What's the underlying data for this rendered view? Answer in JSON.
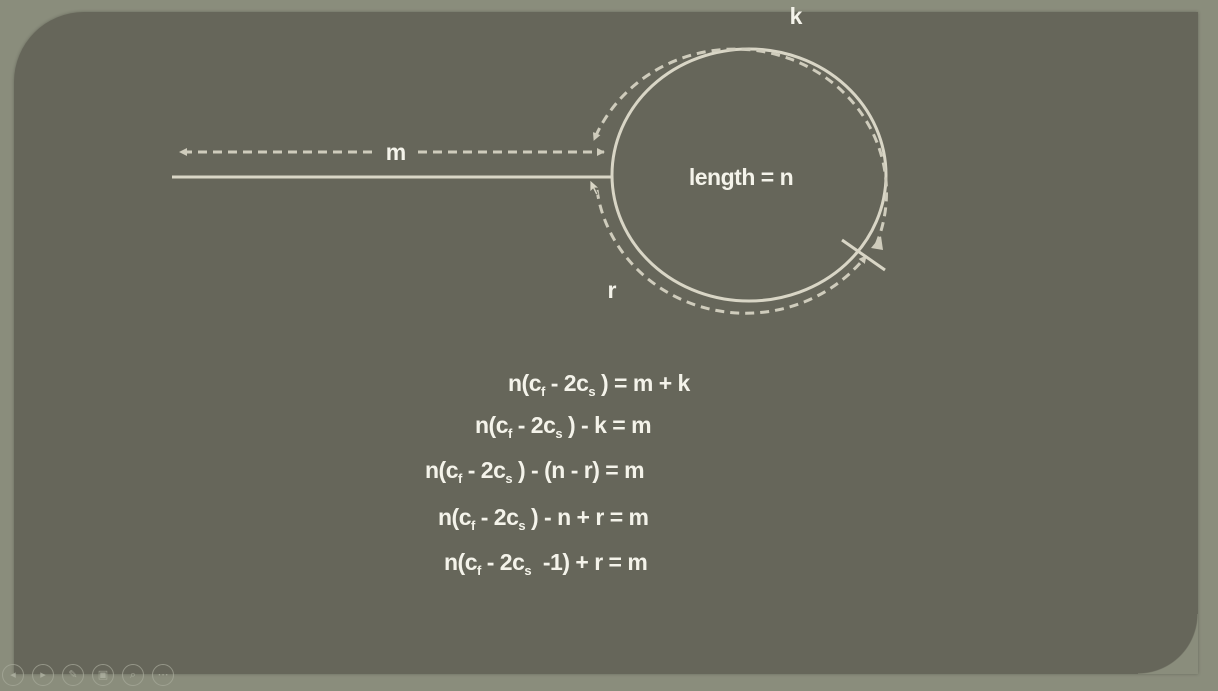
{
  "diagram": {
    "tail_label": "m",
    "cycle_label": "length = n",
    "arc_k_label": "k",
    "arc_r_label": "r"
  },
  "equations": [
    {
      "parts": [
        "n(c",
        "f",
        " - 2c",
        "s",
        " ) = m + k"
      ]
    },
    {
      "parts": [
        "n(c",
        "f",
        " - 2c",
        "s",
        " ) - k = m"
      ]
    },
    {
      "parts": [
        "n(c",
        "f",
        " - 2c",
        "s",
        " ) - (n - r) = m"
      ]
    },
    {
      "parts": [
        "n(c",
        "f",
        " - 2c",
        "s",
        " ) - n + r = m"
      ]
    },
    {
      "parts": [
        "n(c",
        "f",
        " - 2c",
        "s",
        "  -1) + r = m"
      ]
    }
  ],
  "colors": {
    "slide_background": "#66665a",
    "outer_background": "#8a8d7c",
    "line_color": "#d9d6c6",
    "dashed_color": "#cfccbc",
    "text_color": "#f4f3ea"
  },
  "player_controls": [
    {
      "icon": "previous-icon",
      "glyph": "◂"
    },
    {
      "icon": "play-icon",
      "glyph": "▸"
    },
    {
      "icon": "pen-icon",
      "glyph": "✎"
    },
    {
      "icon": "slides-icon",
      "glyph": "▣"
    },
    {
      "icon": "zoom-icon",
      "glyph": "⌕"
    },
    {
      "icon": "more-icon",
      "glyph": "⋯"
    }
  ]
}
